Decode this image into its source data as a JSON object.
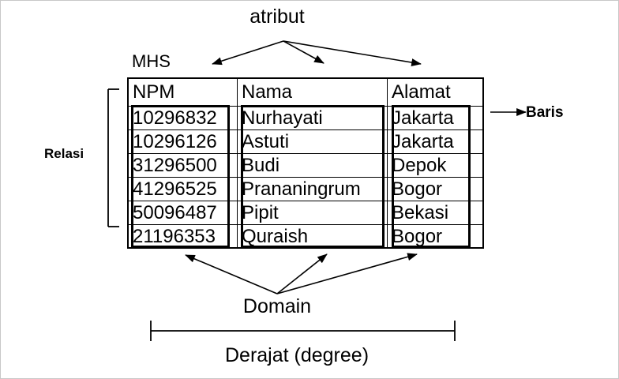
{
  "diagram": {
    "title_top": "atribut",
    "relation_name": "MHS",
    "left_bracket_label": "Relasi",
    "right_arrow_label": "Baris",
    "bottom_label": "Domain",
    "degree_label": "Derajat (degree)"
  },
  "table": {
    "name": "MHS",
    "columns": [
      "NPM",
      "Nama",
      "Alamat"
    ],
    "rows": [
      {
        "npm": "10296832",
        "nama": "Nurhayati",
        "alamat": "Jakarta"
      },
      {
        "npm": "10296126",
        "nama": "Astuti",
        "alamat": "Jakarta"
      },
      {
        "npm": "31296500",
        "nama": "Budi",
        "alamat": "Depok"
      },
      {
        "npm": "41296525",
        "nama": "Prananingrum",
        "alamat": "Bogor"
      },
      {
        "npm": "50096487",
        "nama": "Pipit",
        "alamat": "Bekasi"
      },
      {
        "npm": "21196353",
        "nama": "Quraish",
        "alamat": "Bogor"
      }
    ]
  },
  "colors": {
    "ink": "#000000",
    "paper": "#ffffff",
    "frame": "#c8c8c8"
  }
}
